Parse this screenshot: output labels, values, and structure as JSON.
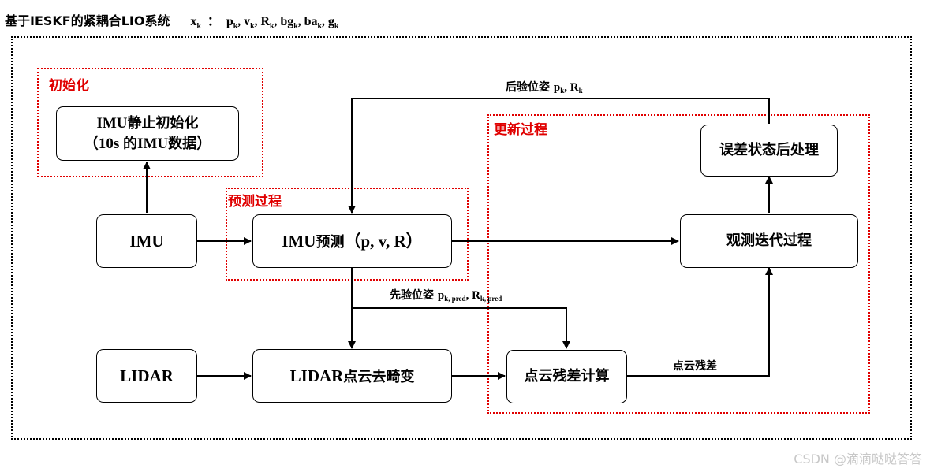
{
  "header": {
    "title": "基于IESKF的紧耦合LIO系统",
    "state_var": "x",
    "state_sub": "k",
    "colon": "：",
    "state_components": [
      {
        "name": "p",
        "sub": "k",
        "sep": ", "
      },
      {
        "name": "v",
        "sub": "k",
        "sep": ", "
      },
      {
        "name": "R",
        "sub": "k",
        "sep": ", "
      },
      {
        "name": "bg",
        "sub": "k",
        "sep": ", "
      },
      {
        "name": "ba",
        "sub": "k",
        "sep": ", "
      },
      {
        "name": "g",
        "sub": "k",
        "sep": ""
      }
    ]
  },
  "regions": {
    "init": "初始化",
    "predict": "预测过程",
    "update": "更新过程"
  },
  "nodes": {
    "imu_init": {
      "line1_latin": "IMU",
      "line1_zh": "静止初始化",
      "line2_open": "（",
      "line2_latin": "10s ",
      "line2_zh_a": "的",
      "line2_latin_b": "IMU",
      "line2_zh_b": "数据",
      "line2_close": "）"
    },
    "imu": {
      "label": "IMU"
    },
    "imu_predict": {
      "latin": "IMU",
      "zh": "预测",
      "open": "（",
      "vars": "p, v, R",
      "close": "）"
    },
    "lidar": {
      "label": "LIDAR"
    },
    "deskew": {
      "latin": "LIDAR",
      "zh": "点云去畸变"
    },
    "residual": {
      "label": "点云残差计算"
    },
    "observe": {
      "label": "观测迭代过程"
    },
    "post": {
      "label": "误差状态后处理"
    }
  },
  "edge_labels": {
    "posterior": {
      "zh": "后验位姿 ",
      "p": "p",
      "p_sub": "k",
      "sep": ", ",
      "r": "R",
      "r_sub": "k"
    },
    "prior": {
      "zh": "先验位姿 ",
      "p": "p",
      "p_sub": "k, pred",
      "sep": ", ",
      "r": "R",
      "r_sub": "k, pred"
    },
    "residual": {
      "zh": "点云残差"
    }
  },
  "watermark": "CSDN @滴滴哒哒答答"
}
